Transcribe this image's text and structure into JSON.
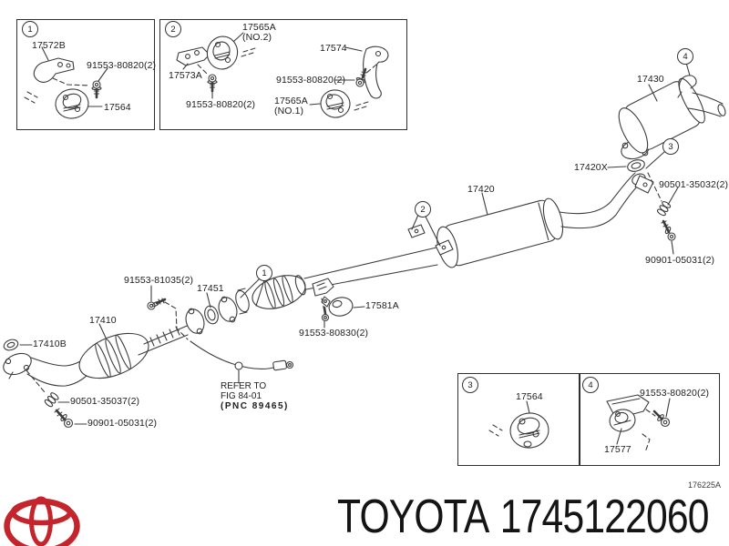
{
  "figure": {
    "code": "176225A"
  },
  "footer": {
    "brand": "TOYOTA",
    "part_number": "1745122060"
  },
  "callouts": {
    "c1": "1",
    "c2": "2",
    "c3": "3",
    "c4": "4"
  },
  "insets": {
    "box1": {
      "bracket": "17572B",
      "bolt": "91553-80820(2)",
      "hanger": "17564"
    },
    "box2": {
      "hanger_no2": "17565A",
      "hanger_no2_note": "(NO.2)",
      "front_bracket": "17573A",
      "front_bolt": "91553-80820(2)",
      "rear_bracket": "17574",
      "rear_bolt": "91553-80820(2)",
      "hanger_no1": "17565A",
      "hanger_no1_note": "(NO.1)"
    },
    "box3": {
      "hanger": "17564"
    },
    "box4": {
      "bolt": "91553-80820(2)",
      "bracket": "17577"
    }
  },
  "parts": {
    "rear_muffler": "17430",
    "rear_gasket": "17420X",
    "rear_spring": "90501-35032(2)",
    "rear_bolt": "90901-05031(2)",
    "center_muffler": "17420",
    "center_bolt": "91553-81035(2)",
    "center_gasket": "17451",
    "front_pipe": "17410",
    "front_gasket": "17410B",
    "front_spring": "90501-35037(2)",
    "front_bolt": "90901-05031(2)",
    "damper": "17581A",
    "damper_bolt": "91553-80830(2)"
  },
  "note": {
    "line1": "REFER TO",
    "line2": "FIG 84-01",
    "line3": "(PNC 89465)"
  }
}
